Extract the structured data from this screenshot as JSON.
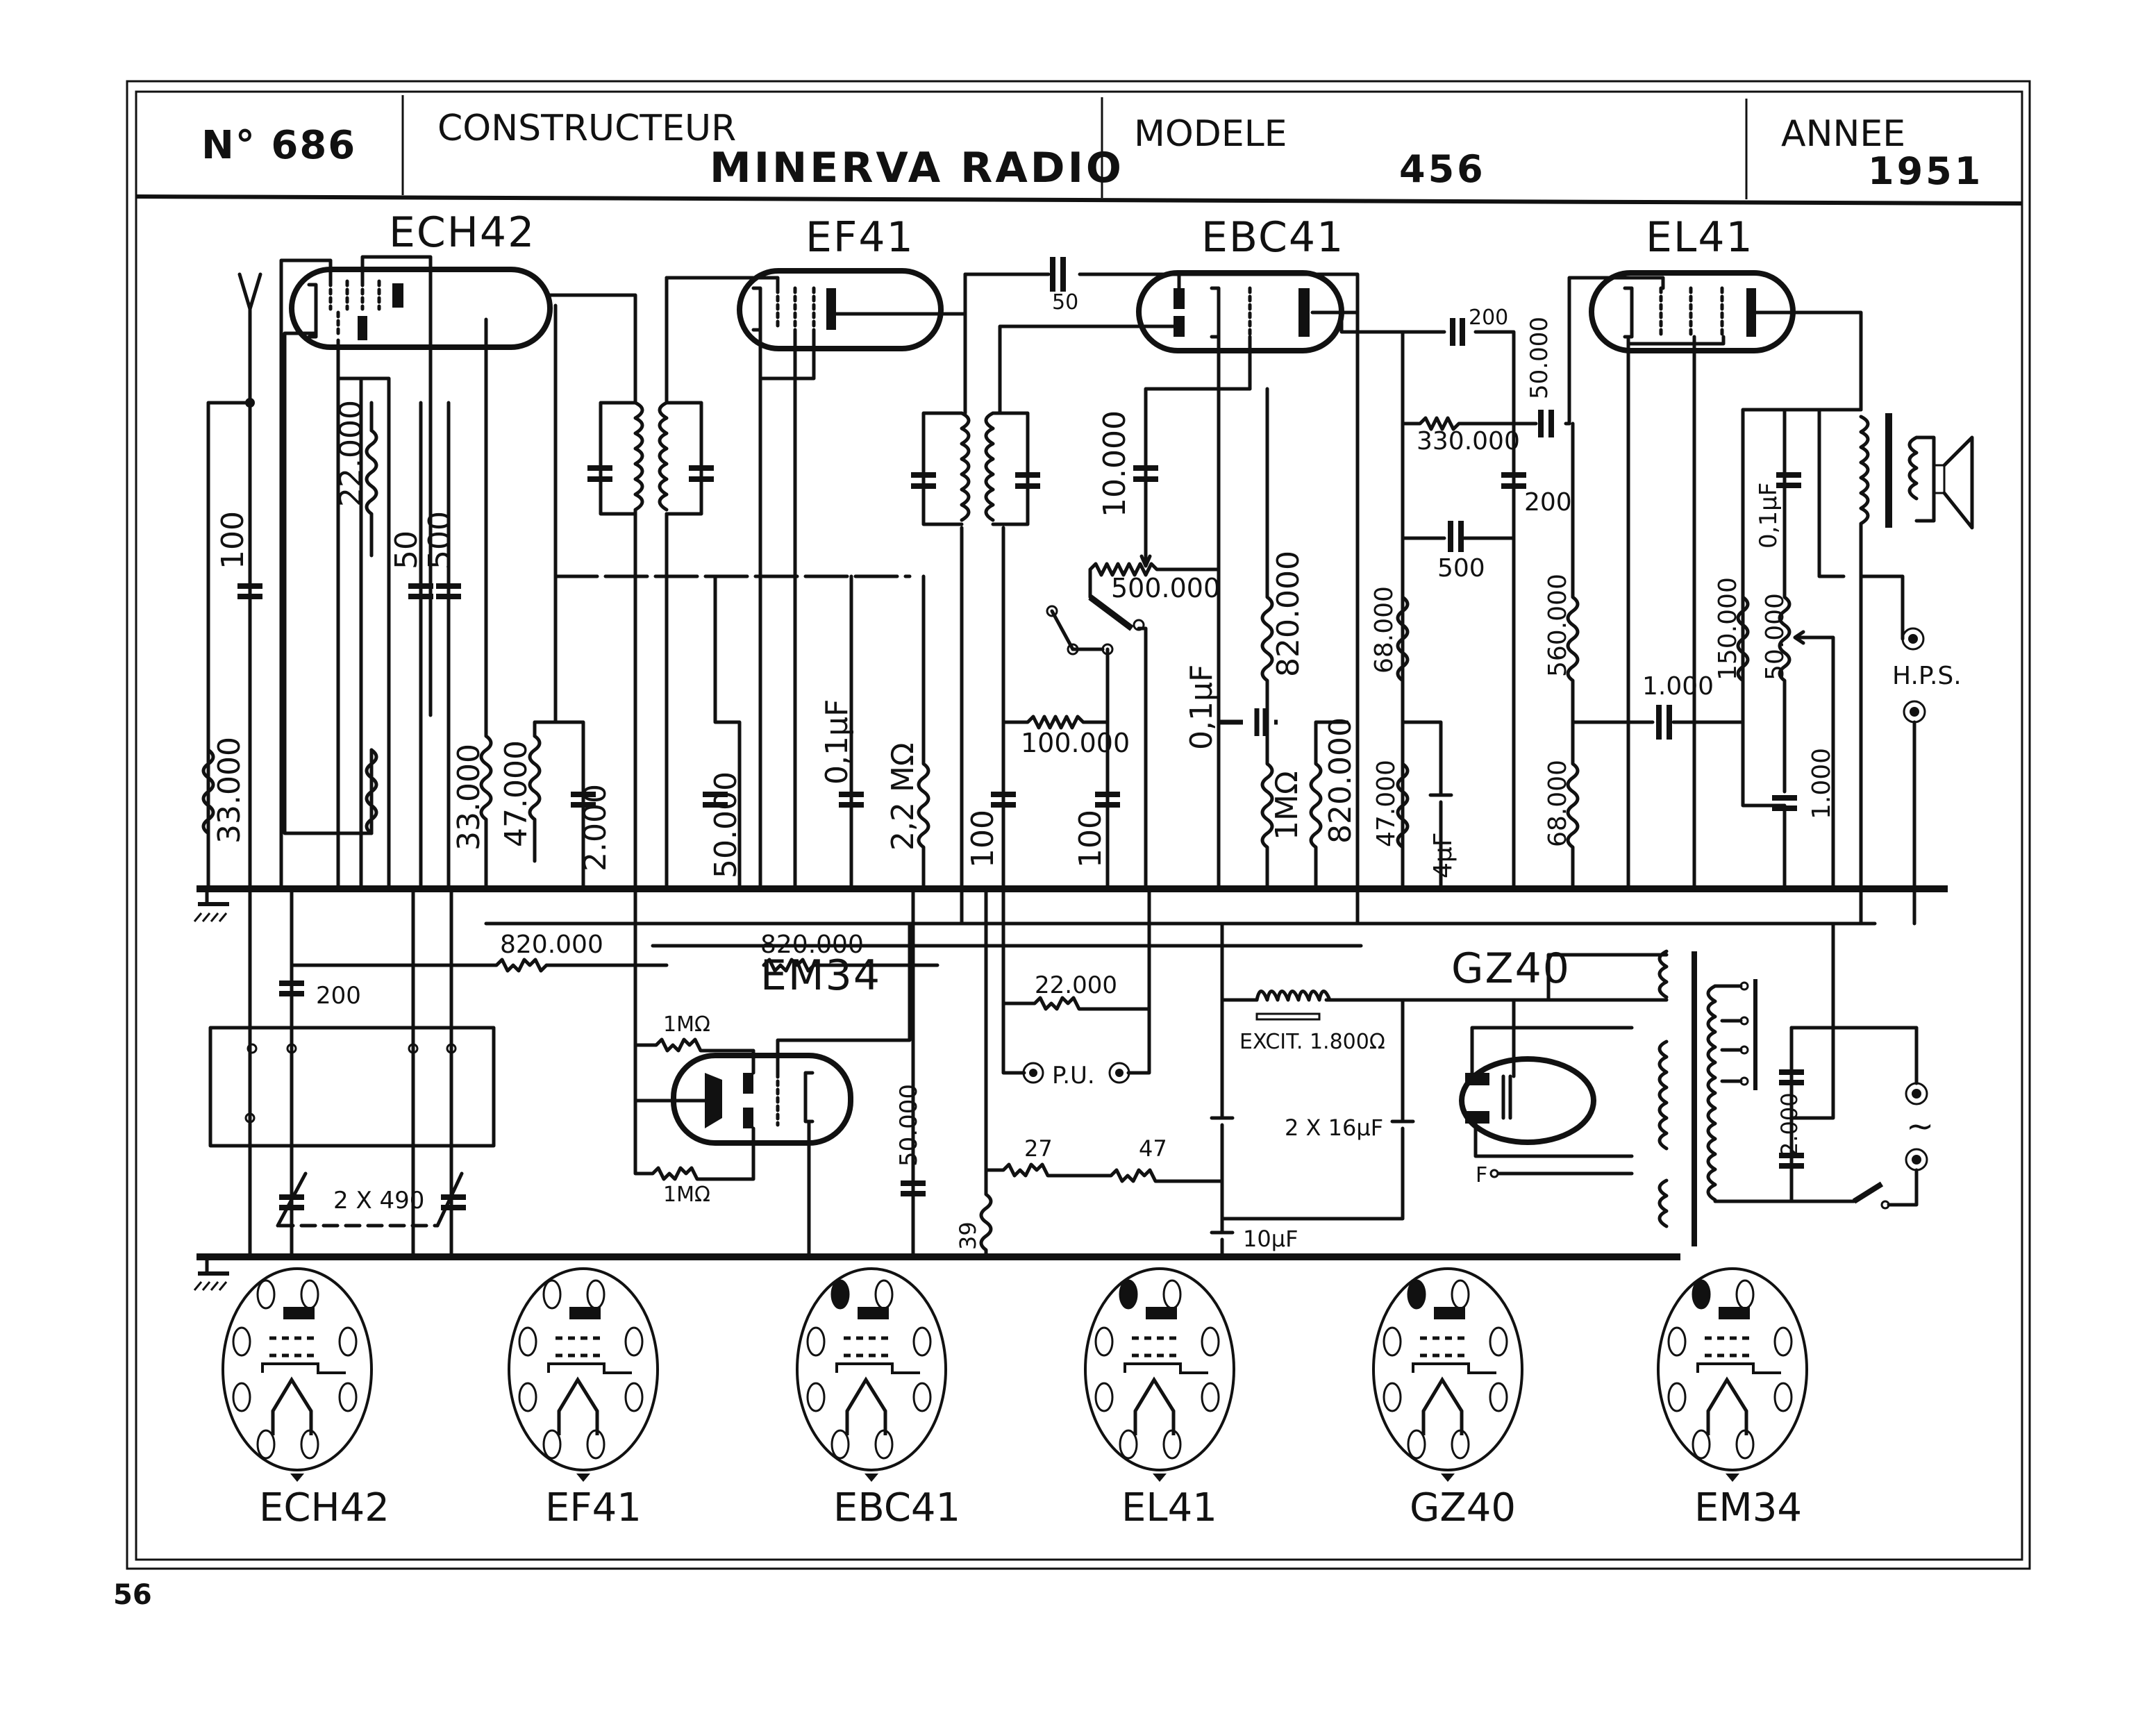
{
  "header": {
    "number_label": "N° 686",
    "constructeur_label": "CONSTRUCTEUR",
    "constructeur_value": "MINERVA  RADIO",
    "modele_label": "MODELE",
    "modele_value": "456",
    "annee_label": "ANNEE",
    "annee_value": "1951"
  },
  "tubes": {
    "ech42": "ECH42",
    "ef41": "EF41",
    "ebc41": "EBC41",
    "el41": "EL41",
    "em34": "EM34",
    "gz40": "GZ40"
  },
  "components": {
    "c_ant": "100",
    "r_ant": "33.000",
    "r_osc": "22.000",
    "c_50": "50",
    "c_500": "500",
    "r_33k": "33.000",
    "r_47k": "47.000",
    "c_2000": "2.000",
    "c_50000_ef": "50.000",
    "c_01_ef": "0,1µF",
    "r_22m": "2,2 MΩ",
    "c_50_coupling": "50",
    "c_10000": "10.000",
    "pot_500k": "500.000",
    "r_100k": "100.000",
    "c_100_a": "100",
    "c_100_b": "100",
    "c_01_ebc": "0,1µF",
    "r_820k_a": "820.000",
    "r_1m": "1MΩ",
    "r_820k_b": "820.000",
    "c_200_a": "200",
    "r_330k": "330.000",
    "c_50000_el": "50.000",
    "c_200_b": "200",
    "c_500_el": "500",
    "r_68k_a": "68.000",
    "r_47k_b": "47.000",
    "c_4uf": "4µF",
    "r_560k": "560.000",
    "r_68k_b": "68.000",
    "c_1000_a": "1.000",
    "r_150k": "150.000",
    "pot_50k": "50.000",
    "c_1000_b": "1.000",
    "c_01_out": "0,1µF",
    "hps": "H.P.S.",
    "r_820k_c": "820.000",
    "r_820k_d": "820.000",
    "c_200_osc": "200",
    "var_cap": "2 X 490",
    "r_1m_em_a": "1MΩ",
    "r_1m_em_b": "1MΩ",
    "r_22k_pu": "22.000",
    "pu": "P.U.",
    "c_50000_em": "50.000",
    "r_27": "27",
    "r_47": "47",
    "r_39": "39",
    "excit": "EXCIT. 1.800Ω",
    "c_2x16": "2 X 16µF",
    "c_10uf": "10µF",
    "fo": "F",
    "c_2000_mains": "2.000",
    "mains_symbol": "~"
  },
  "socket_labels": [
    "ECH42",
    "EF41",
    "EBC41",
    "EL41",
    "GZ40",
    "EM34"
  ],
  "page_number": "56"
}
